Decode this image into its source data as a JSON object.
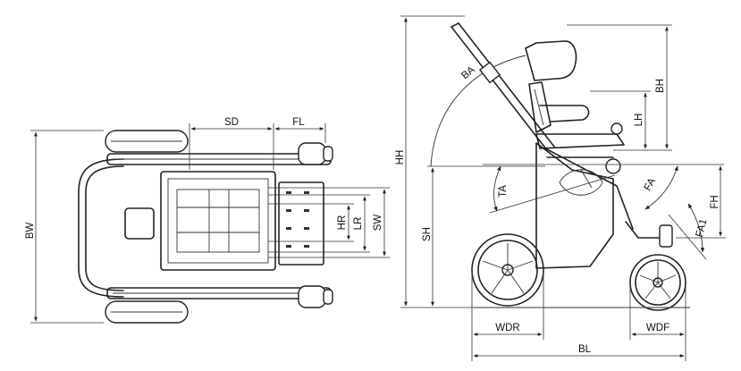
{
  "top_view": {
    "labels": {
      "bw": "BW",
      "sd": "SD",
      "fl": "FL",
      "hr": "HR",
      "lr": "LR",
      "sw": "SW"
    }
  },
  "side_view": {
    "labels": {
      "hh": "HH",
      "sh": "SH",
      "ba": "BA",
      "bh": "BH",
      "lh": "LH",
      "ta": "TA",
      "fa": "FA",
      "fh": "FH",
      "fa1": "FA1",
      "wdr": "WDR",
      "wdf": "WDF",
      "bl": "BL"
    }
  }
}
